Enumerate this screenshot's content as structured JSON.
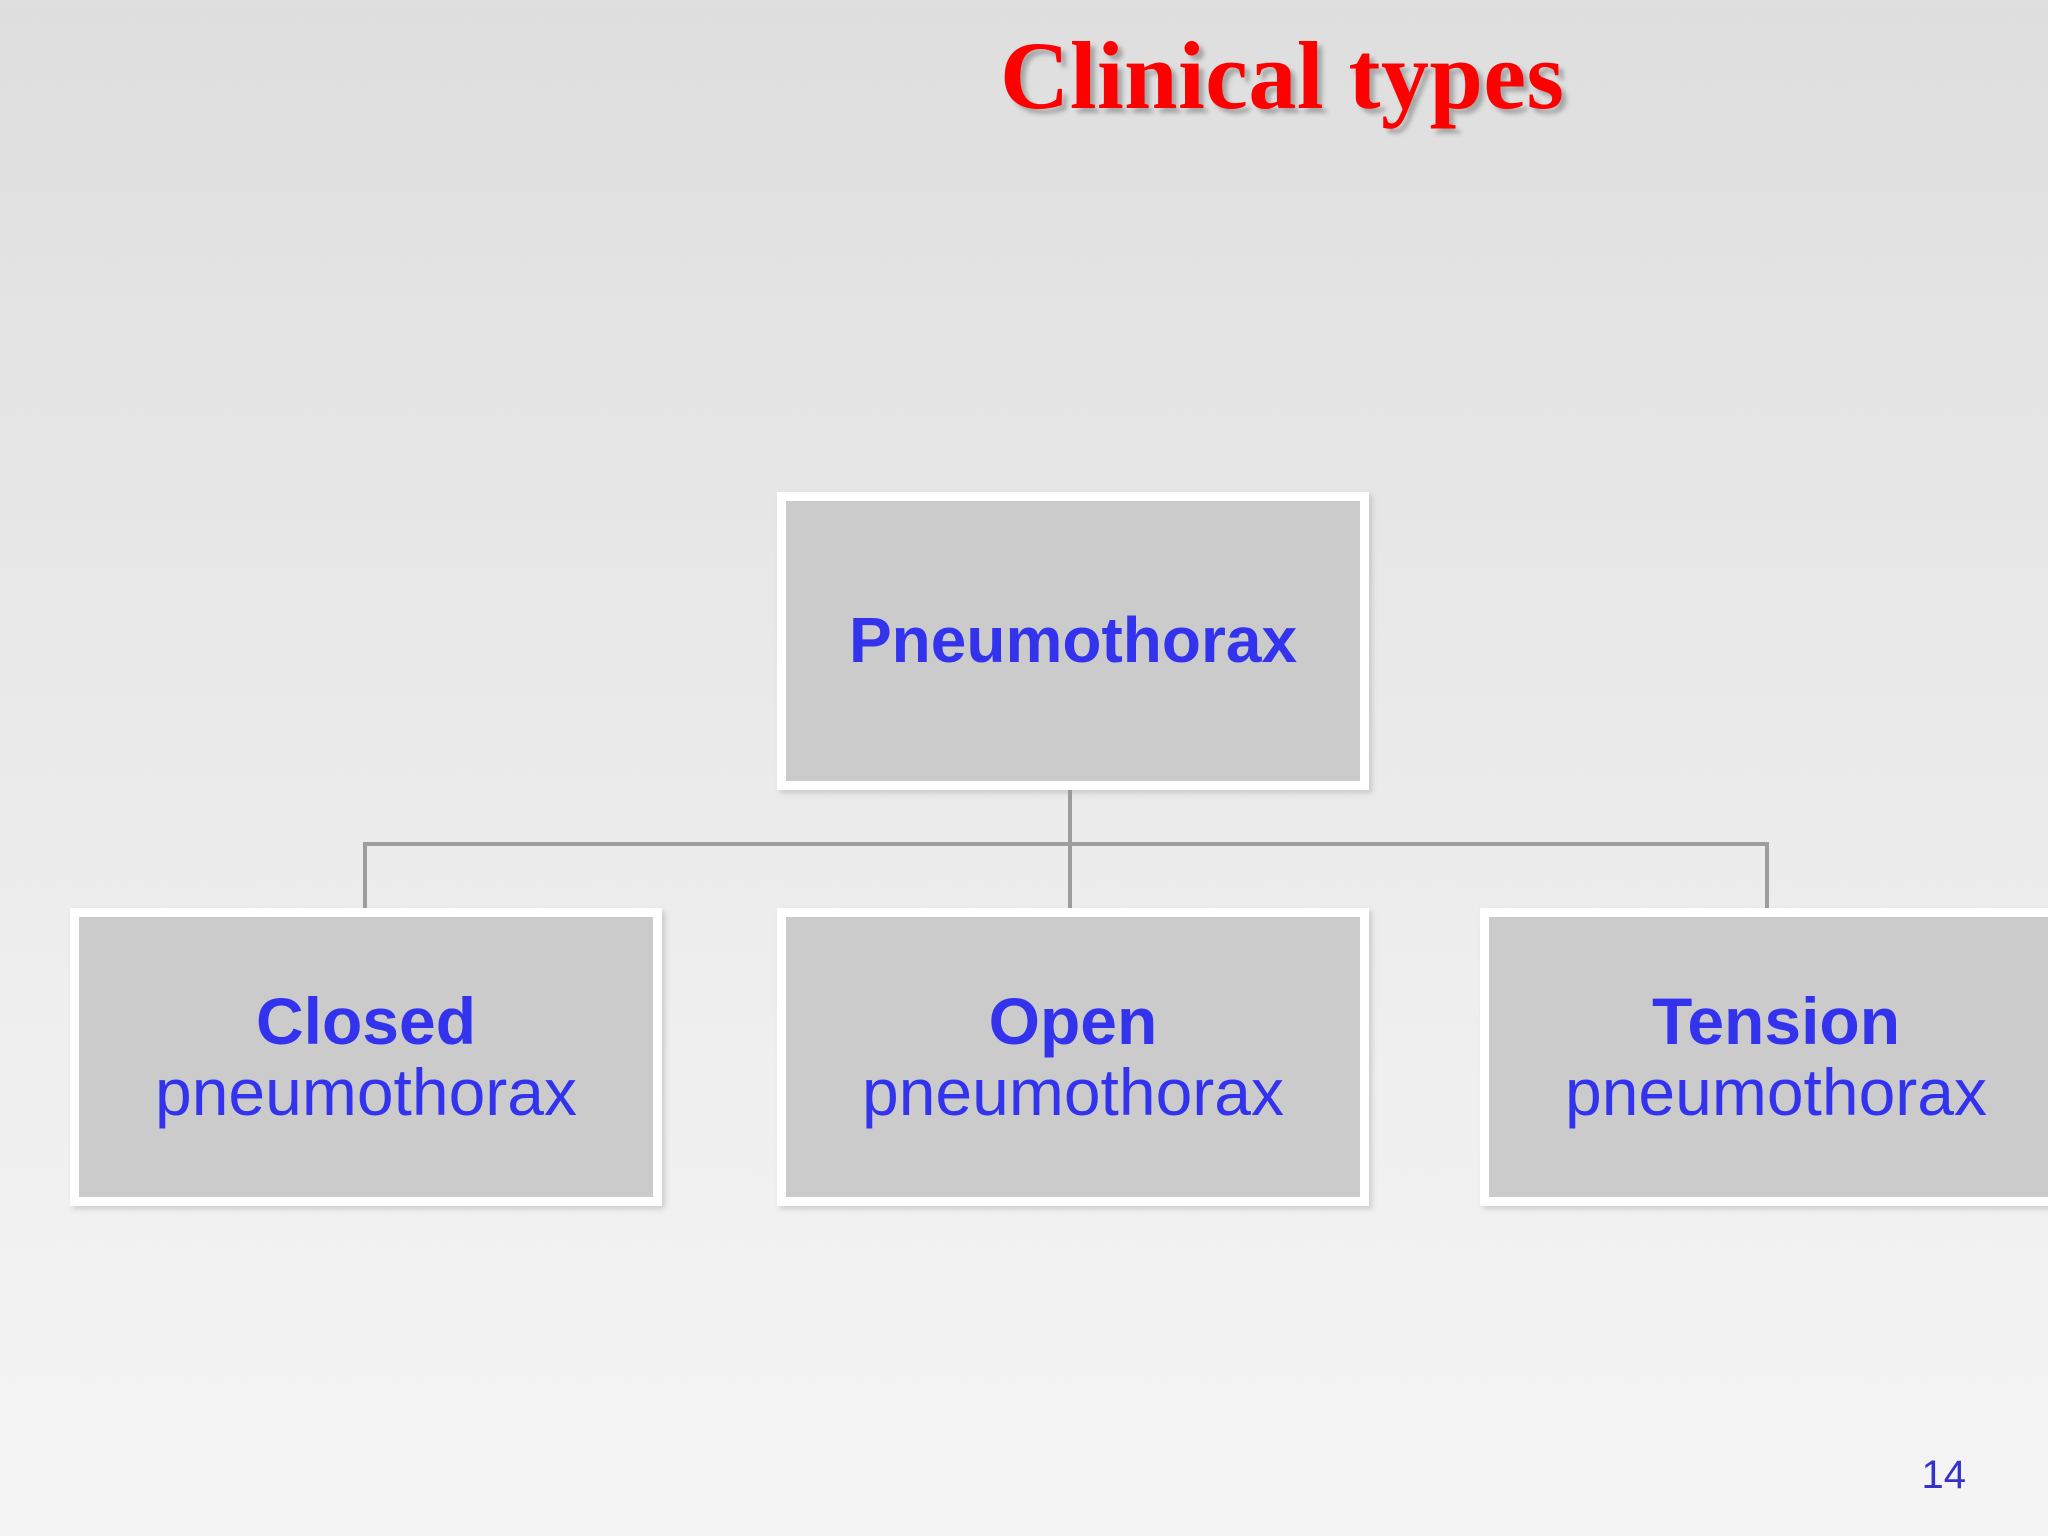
{
  "slide": {
    "title": "Clinical types",
    "page_number": "14",
    "title_color": "#FF0000",
    "node_text_color": "#3333EE",
    "node_fill_color": "#CBCBCB",
    "node_border_color": "#FFFFFF",
    "connector_color": "#9D9D9D",
    "background_top_color": "#DEDEDE",
    "background_bottom_color": "#F4F4F4"
  },
  "diagram": {
    "type": "tree",
    "root": {
      "label": "Pneumothorax"
    },
    "children": [
      {
        "title": "Closed",
        "subtitle": "pneumothorax"
      },
      {
        "title": "Open",
        "subtitle": "pneumothorax"
      },
      {
        "title": "Tension",
        "subtitle": "pneumothorax"
      }
    ]
  }
}
